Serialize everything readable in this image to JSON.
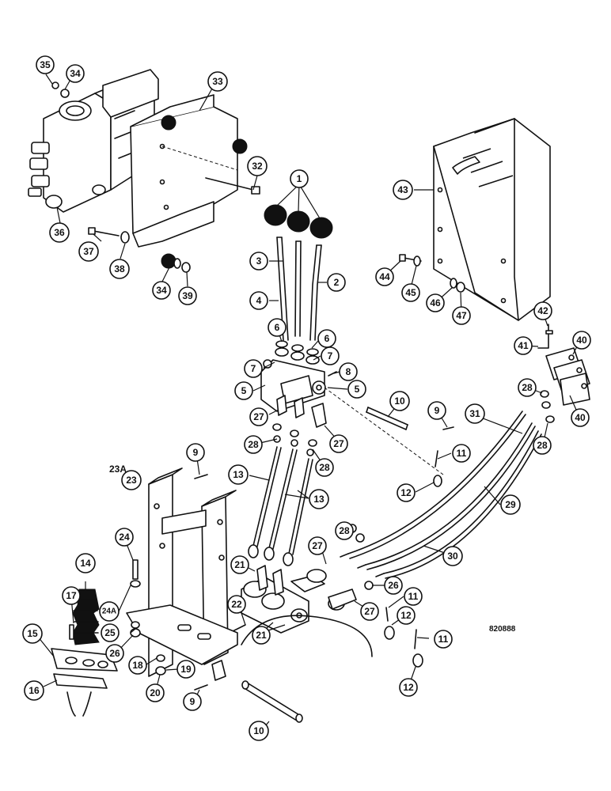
{
  "figure_code": "820888",
  "callouts": [
    "35",
    "34",
    "33",
    "36",
    "37",
    "38",
    "34",
    "39",
    "32",
    "1",
    "3",
    "2",
    "4",
    "6",
    "6",
    "7",
    "7",
    "8",
    "5",
    "5",
    "10",
    "9",
    "27",
    "27",
    "28",
    "28",
    "9",
    "23A",
    "23",
    "13",
    "13",
    "11",
    "12",
    "31",
    "29",
    "30",
    "40",
    "40",
    "28",
    "28",
    "42",
    "41",
    "43",
    "44",
    "45",
    "46",
    "47",
    "24",
    "14",
    "21",
    "21",
    "22",
    "24A",
    "17",
    "25",
    "15",
    "26",
    "18",
    "19",
    "20",
    "16",
    "9",
    "10",
    "27",
    "28",
    "26",
    "27",
    "11",
    "12",
    "11",
    "12"
  ]
}
